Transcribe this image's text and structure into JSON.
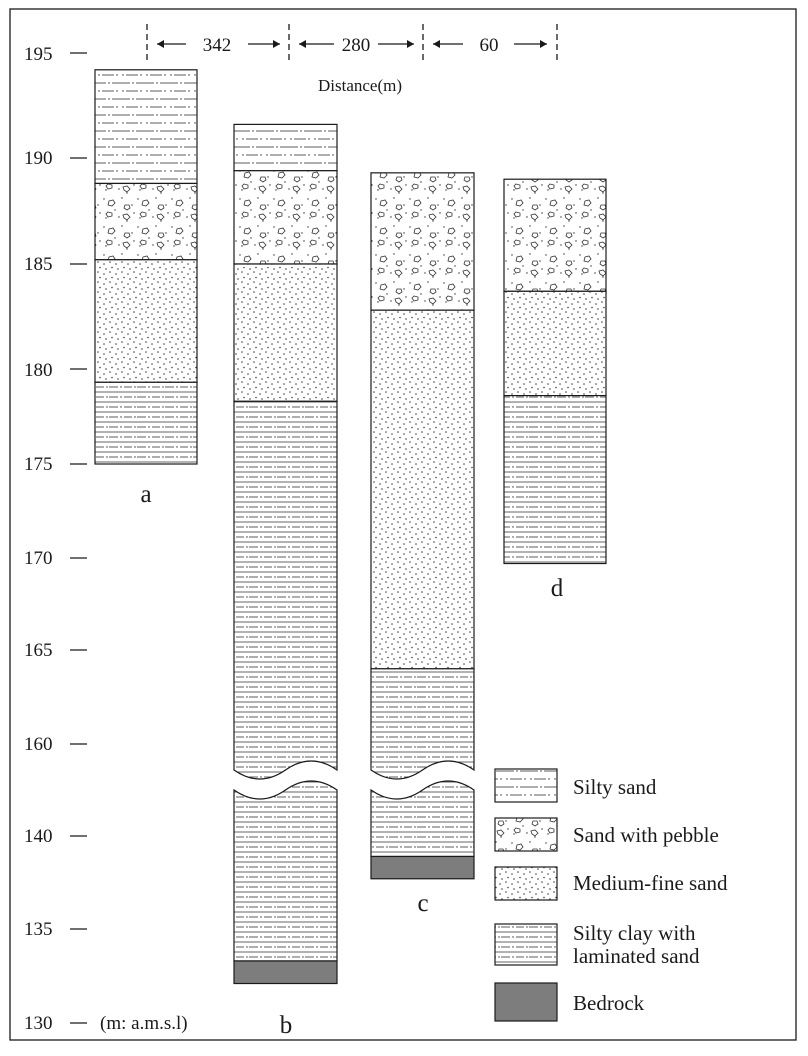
{
  "figure": {
    "y_axis": {
      "unit_label": "(m: a.m.s.l)",
      "upper_ticks": [
        "195",
        "190",
        "185",
        "180",
        "175",
        "170",
        "165",
        "160"
      ],
      "lower_ticks": [
        "140",
        "135",
        "130"
      ]
    },
    "distance": {
      "title": "Distance(m)",
      "segments": [
        "342",
        "280",
        "60"
      ]
    },
    "boreholes": [
      {
        "id": "a",
        "label": "a",
        "layers": [
          {
            "material": "silty_sand",
            "top": 194.2,
            "bottom": 188.8
          },
          {
            "material": "sand_with_pebble",
            "top": 188.8,
            "bottom": 185.2
          },
          {
            "material": "medium_fine_sand",
            "top": 185.2,
            "bottom": 179.3
          },
          {
            "material": "silty_clay_laminated",
            "top": 179.3,
            "bottom": 175.0
          }
        ]
      },
      {
        "id": "b",
        "label": "b",
        "layers": [
          {
            "material": "silty_sand",
            "top": 191.6,
            "bottom": 189.4
          },
          {
            "material": "sand_with_pebble",
            "top": 189.4,
            "bottom": 185.0
          },
          {
            "material": "medium_fine_sand",
            "top": 185.0,
            "bottom": 178.3
          },
          {
            "material": "silty_clay_laminated",
            "top": 178.3,
            "bottom": 133.3
          },
          {
            "material": "bedrock",
            "top": 133.3,
            "bottom": 132.1
          }
        ]
      },
      {
        "id": "c",
        "label": "c",
        "layers": [
          {
            "material": "sand_with_pebble",
            "top": 189.3,
            "bottom": 182.8
          },
          {
            "material": "medium_fine_sand",
            "top": 182.8,
            "bottom": 164.0
          },
          {
            "material": "silty_clay_laminated",
            "top": 164.0,
            "bottom": 138.9
          },
          {
            "material": "bedrock",
            "top": 138.9,
            "bottom": 137.7
          }
        ]
      },
      {
        "id": "d",
        "label": "d",
        "layers": [
          {
            "material": "sand_with_pebble",
            "top": 189.0,
            "bottom": 183.7
          },
          {
            "material": "medium_fine_sand",
            "top": 183.7,
            "bottom": 178.6
          },
          {
            "material": "silty_clay_laminated",
            "top": 178.6,
            "bottom": 169.7
          }
        ]
      }
    ],
    "legend": [
      {
        "material": "silty_sand",
        "label": "Silty sand"
      },
      {
        "material": "sand_with_pebble",
        "label": "Sand with pebble"
      },
      {
        "material": "medium_fine_sand",
        "label": "Medium-fine sand"
      },
      {
        "material": "silty_clay_laminated",
        "label": "Silty clay with laminated sand"
      },
      {
        "material": "bedrock",
        "label": "Bedrock"
      }
    ],
    "colors": {
      "ink": "#1a1a1a",
      "bedrock": "#7d7d7d",
      "background": "#ffffff"
    }
  }
}
